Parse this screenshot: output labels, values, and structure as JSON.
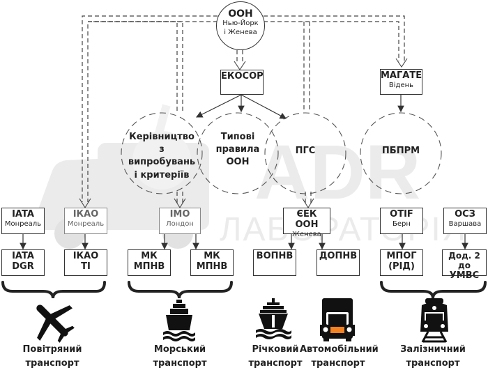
{
  "watermark": {
    "text": "ADR",
    "subtext": "ЛАБОРАТОРІЯ"
  },
  "root": {
    "title": "ООН",
    "subtitle_line1": "Нью-Йорк",
    "subtitle_line2": "і Женева"
  },
  "ecosoc": {
    "title": "ЕКОСОР"
  },
  "magate": {
    "title": "МАГАТЕ",
    "subtitle": "Відень"
  },
  "circles": [
    {
      "line1": "Керівництво",
      "line2": "з випробувань",
      "line3": "і критеріїв"
    },
    {
      "line1": "Типові",
      "line2": "правила",
      "line3": "ООН"
    },
    {
      "line1": "ПГС"
    },
    {
      "line1": "ПБПРМ"
    }
  ],
  "orgs": [
    {
      "title": "IATA",
      "subtitle": "Монреаль"
    },
    {
      "title": "ІКАО",
      "subtitle": "Монреаль"
    },
    {
      "title": "ІМО",
      "subtitle": "Лондон"
    },
    {
      "title": "ЄЕК ООН",
      "subtitle": "Женева"
    },
    {
      "title": "OTIF",
      "subtitle": "Берн"
    },
    {
      "title": "ОСЗ",
      "subtitle": "Варшава"
    }
  ],
  "regs": [
    {
      "line1": "IATA",
      "line2": "DGR"
    },
    {
      "line1": "ІКАО",
      "line2": "ТІ"
    },
    {
      "line1": "МК",
      "line2": "МПНВ"
    },
    {
      "line1": "МК",
      "line2": "МПНВ"
    },
    {
      "line1": "ВОПНВ",
      "line2": ""
    },
    {
      "line1": "ДОПНВ",
      "line2": ""
    },
    {
      "line1": "МПОГ",
      "line2": "(РІД)"
    },
    {
      "line1": "Дод. 2 до",
      "line2": "УМВС"
    }
  ],
  "modes": [
    {
      "icon": "airplane-icon",
      "line1": "Повітряний",
      "line2": "транспорт"
    },
    {
      "icon": "sea-ship-icon",
      "line1": "Морський",
      "line2": "транспорт"
    },
    {
      "icon": "river-ship-icon",
      "line1": "Річковий",
      "line2": "транспорт"
    },
    {
      "icon": "truck-icon",
      "line1": "Автомобільний",
      "line2": "транспорт"
    },
    {
      "icon": "train-icon",
      "line1": "Залізничний",
      "line2": "транспорт"
    }
  ],
  "colors": {
    "truck_plate": "#f58220",
    "line": "#333333",
    "watermark": "#e6e6e6"
  }
}
